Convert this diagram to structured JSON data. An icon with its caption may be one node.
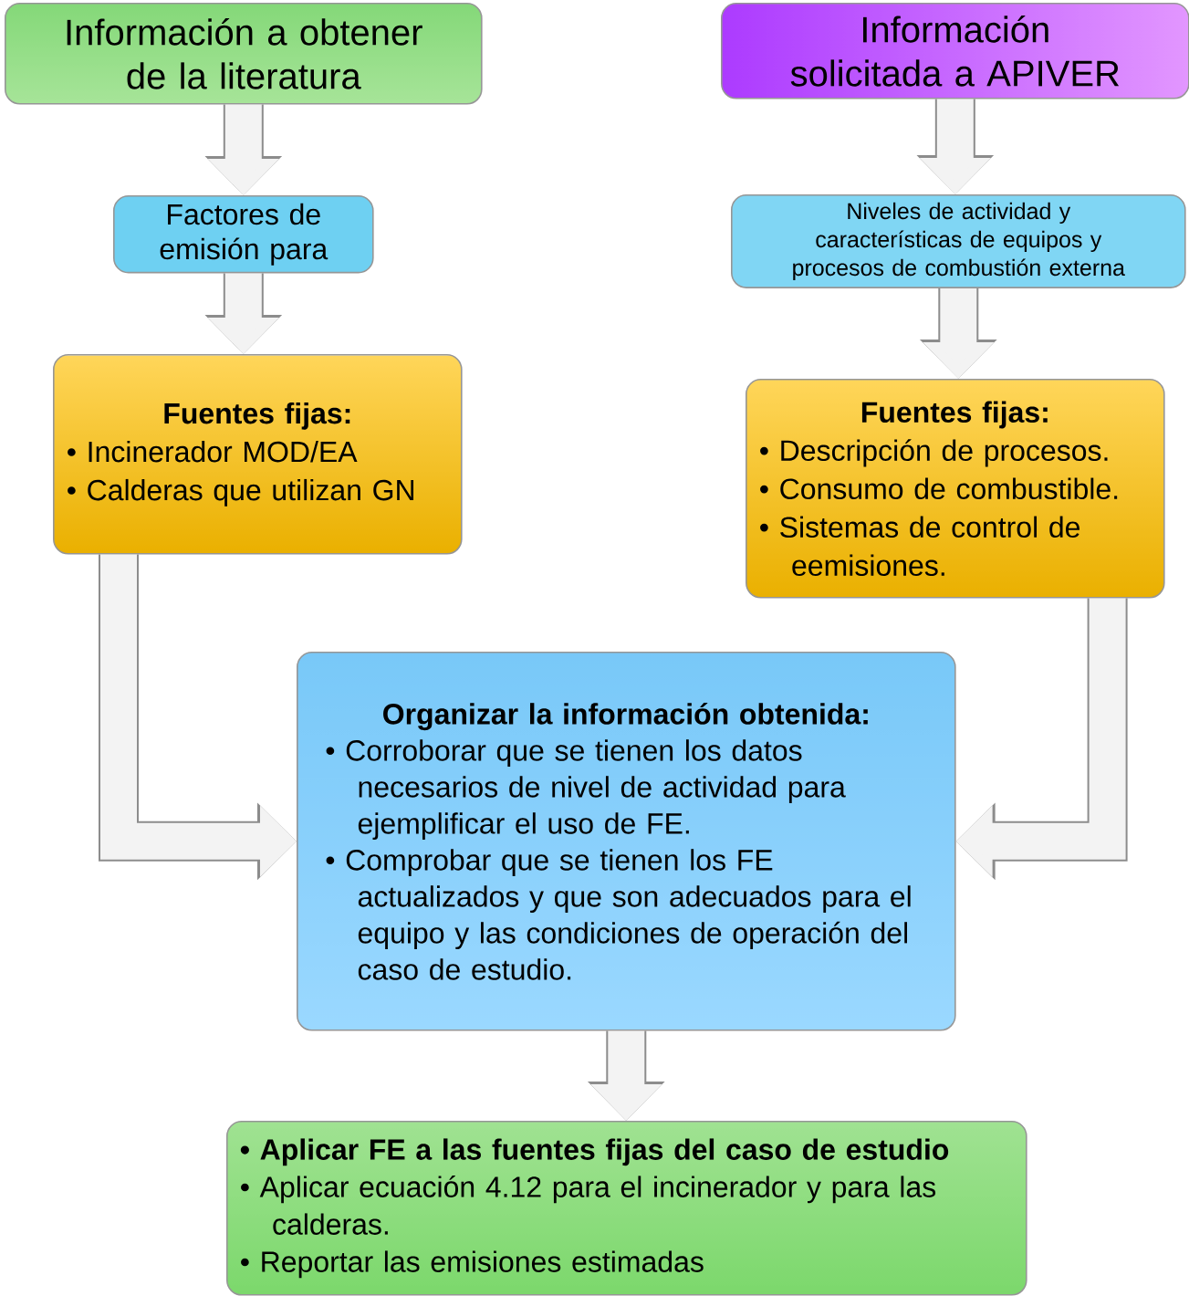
{
  "diagram": {
    "nodes": [
      {
        "text": [
          "Información  a obtener de la literatura"
        ]
      },
      {
        "text": [
          "Información solicitada a APIVER"
        ]
      },
      {
        "text": [
          "Factores de emisión para"
        ]
      },
      {
        "text": [
          "Niveles de actividad  y características de equipos y procesos de combustión externa"
        ]
      },
      {
        "text": [
          "Fuentes fijas:",
          "• Incinerador MOD/EA",
          "• Calderas que utilizan GN"
        ]
      },
      {
        "text": [
          "Fuentes fijas:",
          "• Descripción de procesos.",
          "• Consumo de combustible.",
          "• Sistemas de control de eemisiones."
        ]
      },
      {
        "text": [
          "Organizar la información obtenida:",
          "• Corroborar que se tienen los datos necesarios de nivel de actividad para ejemplificar el uso de FE.",
          "• Comprobar que se tienen los FE actualizados y que son adecuados para el equipo y las condiciones de operación del caso de estudio."
        ]
      },
      {
        "text": [
          "• Aplicar FE a las fuentes fijas del caso de estudio",
          "•  Aplicar ecuación 4.12 para el incinerador y  para las calderas.",
          "• Reportar las emisiones estimadas"
        ]
      }
    ],
    "edges": [
      {
        "from": 0,
        "to": 2,
        "arrow": "to"
      },
      {
        "from": 2,
        "to": 4,
        "arrow": "to"
      },
      {
        "from": 1,
        "to": 3,
        "arrow": "to"
      },
      {
        "from": 3,
        "to": 5,
        "arrow": "to"
      },
      {
        "from": 4,
        "to": 6,
        "arrow": "to"
      },
      {
        "from": 5,
        "to": 6,
        "arrow": "to"
      },
      {
        "from": 6,
        "to": 7,
        "arrow": "to"
      }
    ]
  }
}
